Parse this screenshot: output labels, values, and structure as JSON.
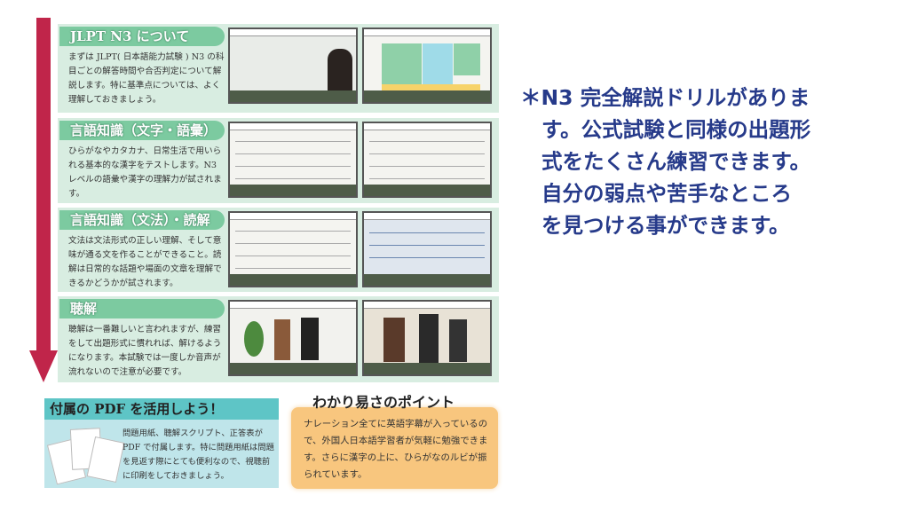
{
  "sections": [
    {
      "title": "JLPT N3 について",
      "text": "まずは JLPT( 日本語能力試験 ) N3 の科目ごとの解答時間や合否判定について解説します。特に基準点については、よく理解しておきましょう。"
    },
    {
      "title": "言語知識（文字・語彙）",
      "text": "ひらがなやカタカナ、日常生活で用いられる基本的な漢字をテストします。N3 レベルの語彙や漢字の理解力が試されます。"
    },
    {
      "title": "言語知識（文法）・読解",
      "text": "文法は文法形式の正しい理解、そして意味が通る文を作ることができること。読解は日常的な話題や場面の文章を理解できるかどうかが試されます。"
    },
    {
      "title": "聴解",
      "text": "聴解は一番難しいと言われますが、練習をして出題形式に慣れれば、解けるようになります。本試験では一度しか音声が流れないので注意が必要です。"
    }
  ],
  "right_text": [
    "＊N3 完全解説ドリルがありま",
    "す。公式試験と同様の出題形",
    "式をたくさん練習できます。",
    "自分の弱点や苦手なところ",
    "を見つける事ができます。"
  ],
  "pdf": {
    "title": "付属の PDF を活用しよう！",
    "text": "問題用紙、聴解スクリプト、正答表が PDF で付属します。特に問題用紙は問題を見返す際にとても便利なので、視聴前に印刷をしておきましょう。"
  },
  "point": {
    "title": "わかり易さのポイント",
    "text": "ナレーション全てに英語字幕が入っているので、外国人日本語学習者が気軽に勉強できます。さらに漢字の上に、ひらがなのルビが振られています。"
  }
}
